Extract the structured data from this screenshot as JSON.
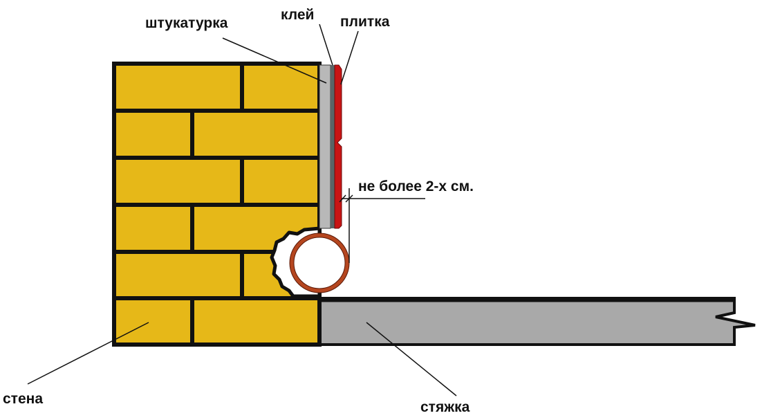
{
  "labels": {
    "plaster": "штукатурка",
    "glue": "клей",
    "tile": "плитка",
    "gap": "не более 2-х см.",
    "wall": "стена",
    "screed": "стяжка"
  },
  "colors": {
    "brick": "#e6b818",
    "plaster": "#b8b8b8",
    "glue": "#5a6466",
    "tile": "#c81414",
    "pipe": "#b5461f",
    "screed": "#a9a9a9"
  }
}
